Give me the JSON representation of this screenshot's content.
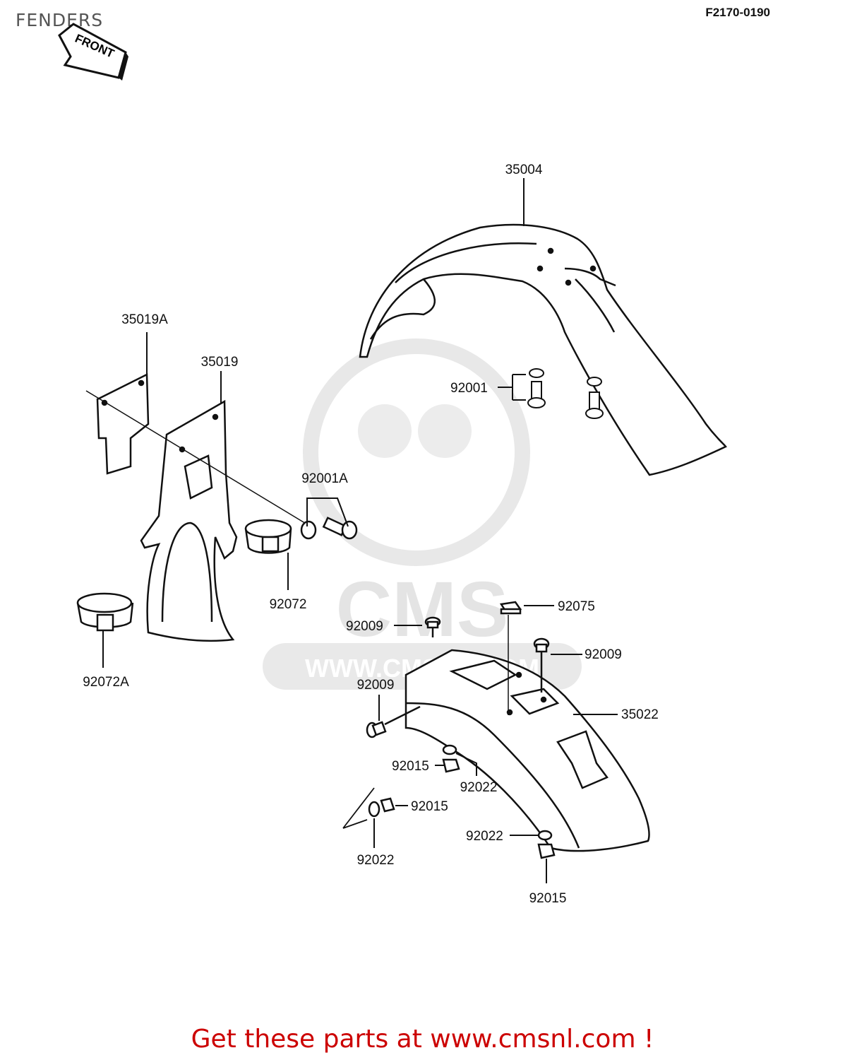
{
  "header": {
    "title": "FENDERS",
    "diagram_code": "F2170-0190"
  },
  "front_arrow": {
    "label": "FRONT"
  },
  "watermark": {
    "brand": "CMS",
    "url": "WWW.CMSNL.COM"
  },
  "parts": {
    "p35004": "35004",
    "p35019A": "35019A",
    "p35019": "35019",
    "p92001": "92001",
    "p92001A": "92001A",
    "p92072": "92072",
    "p92072A": "92072A",
    "p92075": "92075",
    "p92009a": "92009",
    "p92009b": "92009",
    "p92009c": "92009",
    "p35022": "35022",
    "p92015a": "92015",
    "p92022a": "92022",
    "p92015b": "92015",
    "p92022b": "92022",
    "p92022c": "92022",
    "p92015c": "92015"
  },
  "footer": {
    "text": "Get these parts at www.cmsnl.com !",
    "color": "#cc0000"
  }
}
